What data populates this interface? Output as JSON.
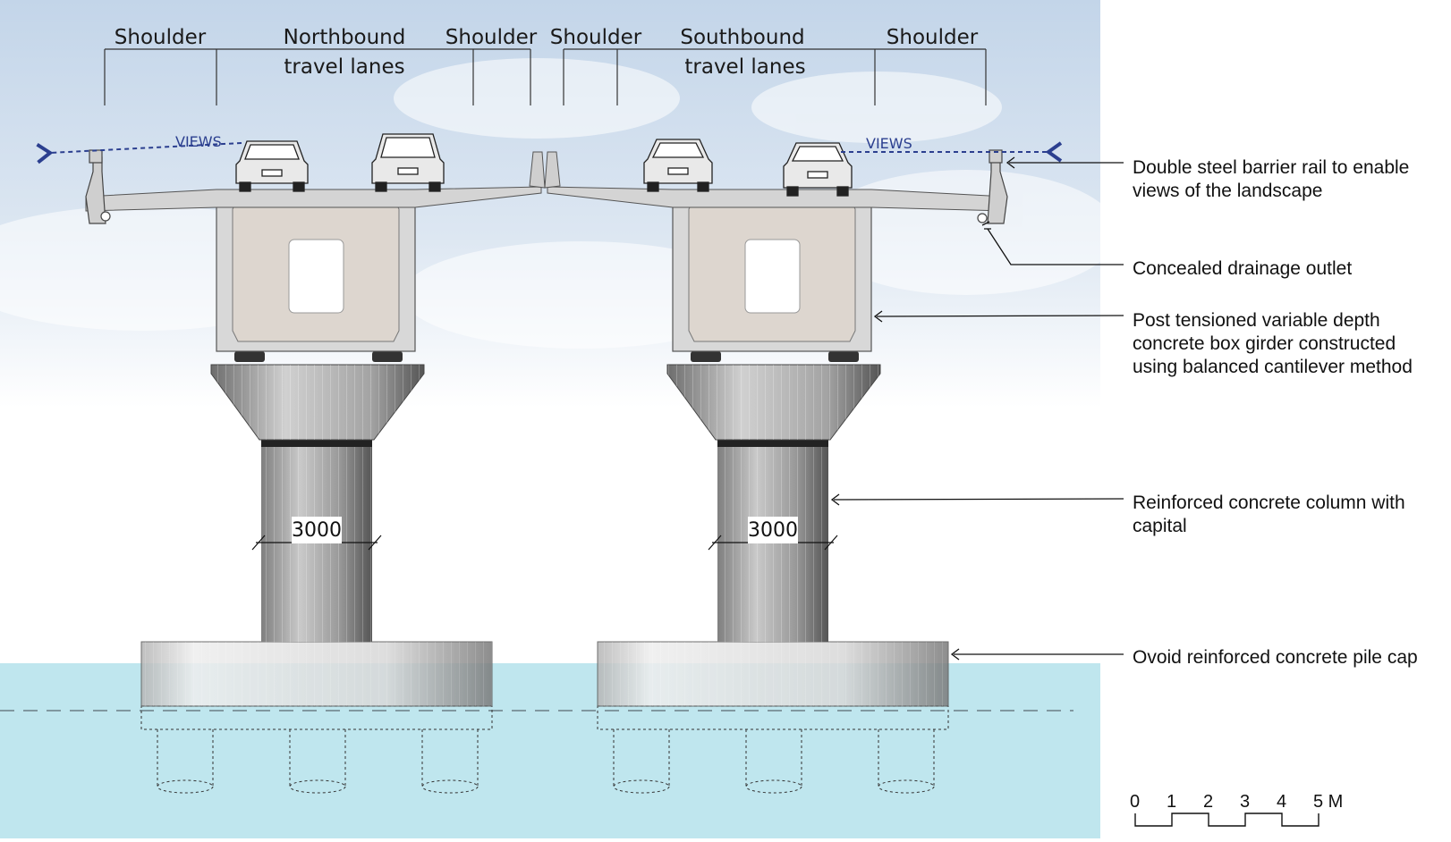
{
  "lane_headers": {
    "north_left_shoulder": "Shoulder",
    "northbound_line1": "Northbound",
    "northbound_line2": "travel lanes",
    "north_right_shoulder": "Shoulder",
    "south_left_shoulder": "Shoulder",
    "southbound_line1": "Southbound",
    "southbound_line2": "travel lanes",
    "south_right_shoulder": "Shoulder"
  },
  "views_label_left": "VIEWS",
  "views_label_right": "VIEWS",
  "column_dimension_left": "3000",
  "column_dimension_right": "3000",
  "callouts": {
    "barrier_rail": "Double steel barrier rail to enable\nviews of the landscape",
    "drainage": "Concealed drainage outlet",
    "box_girder": "Post tensioned variable depth\nconcrete box girder constructed\nusing balanced cantilever method",
    "column": "Reinforced concrete column with\ncapital",
    "pile_cap": "Ovoid reinforced concrete pile cap"
  },
  "scale_bar": {
    "labels": [
      "0",
      "1",
      "2",
      "3",
      "4",
      "5 M"
    ]
  },
  "colors": {
    "sky_top": "#c9d9ea",
    "sky_bottom": "#ffffff",
    "water": "#bfe6ee",
    "concrete": "#d9d9d9",
    "girder_fill": "#ddd6cf",
    "views_arrow": "#2b3f8f"
  }
}
